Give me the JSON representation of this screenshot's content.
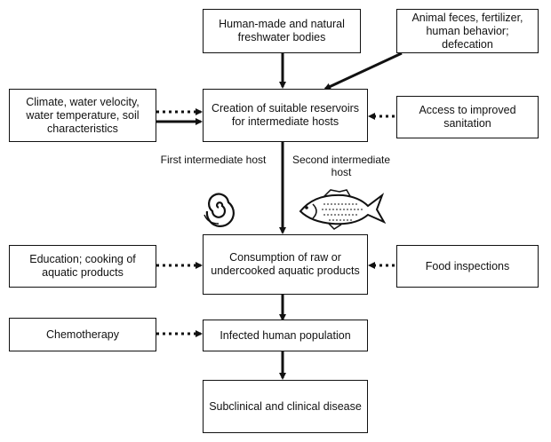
{
  "nodes": {
    "freshwater": "Human-made and natural freshwater bodies",
    "feces": "Animal feces, fertilizer, human behavior; defecation",
    "climate": "Climate, water velocity, water temperature, soil characteristics",
    "reservoirs": "Creation of suitable reservoirs for intermediate hosts",
    "sanitation": "Access to improved sanitation",
    "education": "Education; cooking of aquatic products",
    "consumption": "Consumption of raw or undercooked aquatic products",
    "inspections": "Food inspections",
    "chemotherapy": "Chemotherapy",
    "infected": "Infected human population",
    "disease": "Subclinical and clinical disease"
  },
  "labels": {
    "first_host": "First intermediate host",
    "second_host": "Second intermediate host"
  },
  "icons": [
    "snail-icon",
    "fish-icon"
  ]
}
